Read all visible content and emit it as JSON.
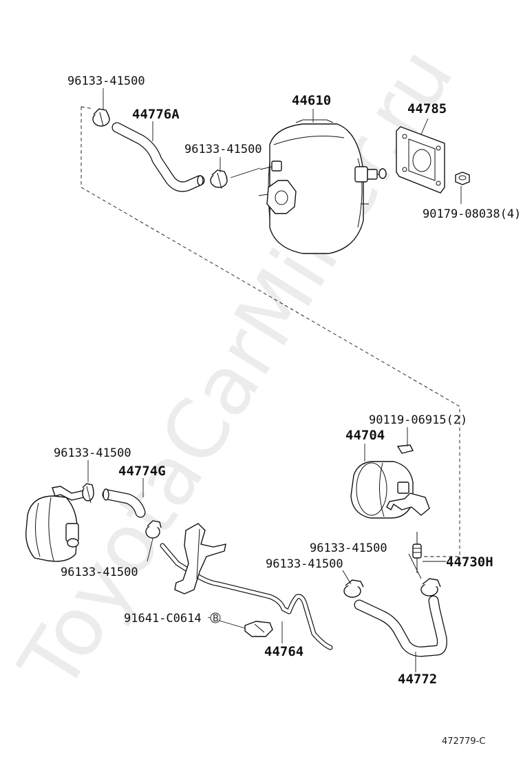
{
  "watermark": "ToyotaCarMiner.ru",
  "figure_ref": "472779-C",
  "labels": {
    "clamp_top_left": "96133-41500",
    "hose_upper": "44776A",
    "clamp_top_mid": "96133-41500",
    "booster": "44610",
    "gasket": "44785",
    "nut": "90179-08038(4)",
    "bolt": "90119-06915(2)",
    "vacuum_pump": "44704",
    "clamp_left": "96133-41500",
    "hose_left": "44774G",
    "clamp_left_lower": "96133-41500",
    "clamp_right_upper": "96133-41500",
    "check_valve": "44730H",
    "clamp_right_lower": "96133-41500",
    "clip": "91641-C0614",
    "clip_marker": "B",
    "pipe_assy": "44764",
    "hose_right": "44772"
  }
}
